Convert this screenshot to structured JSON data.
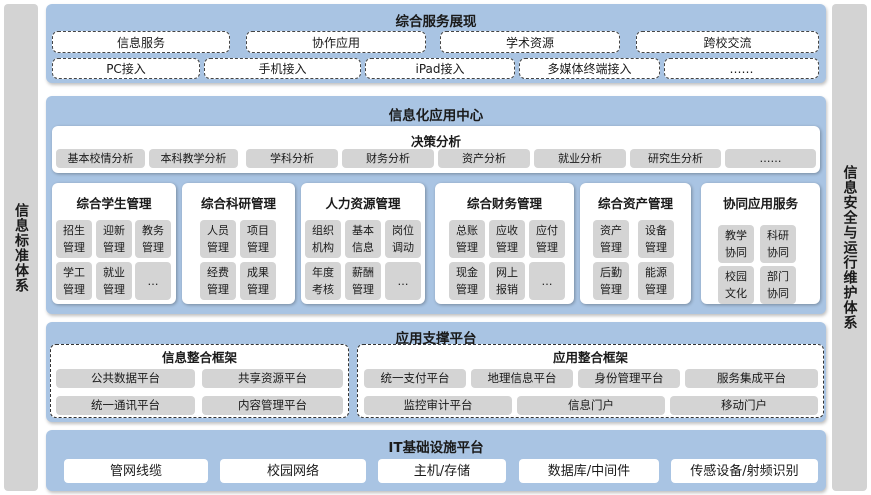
{
  "left_side": {
    "label": "信息标准体系"
  },
  "right_side": {
    "label": "信息安全与运行维护体系"
  },
  "top": {
    "title": "综合服务展现",
    "row1": [
      "信息服务",
      "协作应用",
      "学术资源",
      "跨校交流"
    ],
    "row2": [
      "PC接入",
      "手机接入",
      "iPad接入",
      "多媒体终端接入",
      "……"
    ]
  },
  "center": {
    "title": "信息化应用中心",
    "decision": {
      "title": "决策分析",
      "items": [
        "基本校情分析",
        "本科教学分析",
        "学科分析",
        "财务分析",
        "资产分析",
        "就业分析",
        "研究生分析",
        "……"
      ]
    },
    "modules": [
      {
        "title": "综合学生管理",
        "items": [
          "招生\n管理",
          "迎新\n管理",
          "教务\n管理",
          "学工\n管理",
          "就业\n管理",
          "…"
        ]
      },
      {
        "title": "综合科研管理",
        "items": [
          "人员\n管理",
          "项目\n管理",
          "经费\n管理",
          "成果\n管理"
        ]
      },
      {
        "title": "人力资源管理",
        "items": [
          "组织\n机构",
          "基本\n信息",
          "岗位\n调动",
          "年度\n考核",
          "薪酬\n管理",
          "…"
        ]
      },
      {
        "title": "综合财务管理",
        "items": [
          "总账\n管理",
          "应收\n管理",
          "应付\n管理",
          "现金\n管理",
          "网上\n报销",
          "…"
        ]
      },
      {
        "title": "综合资产管理",
        "items": [
          "资产\n管理",
          "设备\n管理",
          "后勤\n管理",
          "能源\n管理"
        ]
      },
      {
        "title": "协同应用服务",
        "items": [
          "教学\n协同",
          "科研\n协同",
          "校园\n文化",
          "部门\n协同"
        ]
      }
    ]
  },
  "support": {
    "title": "应用支撑平台",
    "info": {
      "title": "信息整合框架",
      "items": [
        "公共数据平台",
        "共享资源平台",
        "统一通讯平台",
        "内容管理平台"
      ]
    },
    "app": {
      "title": "应用整合框架",
      "items": [
        "统一支付平台",
        "地理信息平台",
        "身份管理平台",
        "服务集成平台",
        "监控审计平台",
        "信息门户",
        "移动门户"
      ]
    }
  },
  "infra": {
    "title": "IT基础设施平台",
    "items": [
      "管网线缆",
      "校园网络",
      "主机/存储",
      "数据库/中间件",
      "传感设备/射频识别"
    ]
  }
}
